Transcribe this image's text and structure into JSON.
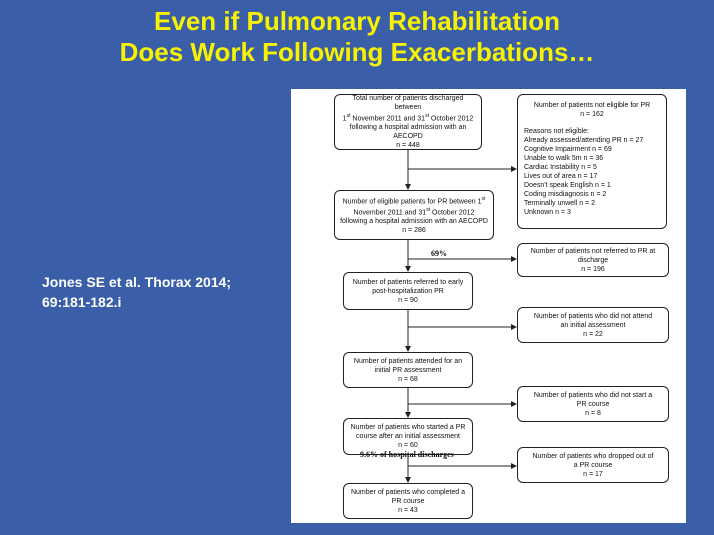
{
  "slide": {
    "title_line1": "Even if Pulmonary Rehabilitation",
    "title_line2": "Does Work Following Exacerbations…",
    "citation_line1": "Jones SE et al. Thorax 2014;",
    "citation_line2": "69:181-182.i"
  },
  "flow": {
    "total": {
      "line1": "Total number of patients discharged between",
      "line2a": "1",
      "line2sup": "st",
      "line2b": " November 2011 and 31",
      "line2sup2": "st",
      "line2c": " October 2012",
      "line3": "following a hospital admission with an AECOPD",
      "line4": "n = 448"
    },
    "not_eligible": {
      "head1": "Number of patients not eligible for PR",
      "head2": "n = 162",
      "reasons_label": "Reasons not eligible:",
      "reasons": [
        "Already assessed/attending PR n = 27",
        "Cognitive Impairment n = 69",
        "Unable to walk 5m n = 36",
        "Cardiac Instability n = 5",
        "Lives out of area n = 17",
        "Doesn't speak English n = 1",
        "Coding misdiagnosis n = 2",
        "Terminally unwell n = 2",
        "Unknown n = 3"
      ]
    },
    "eligible": {
      "line1a": "Number of eligible patients for PR between 1",
      "line1sup": "st",
      "line2a": "November 2011 and 31",
      "line2sup": "st",
      "line2b": " October 2012",
      "line3": "following a hospital admission with an AECOPD",
      "line4": "n = 286"
    },
    "pct_69": "69%",
    "not_referred": {
      "line1": "Number of patients not referred to PR at",
      "line2": "discharge",
      "line3": "n = 196"
    },
    "referred": {
      "line1": "Number of patients referred to early",
      "line2": "post-hospitalization PR",
      "line3": "n = 90"
    },
    "not_attend": {
      "line1": "Number of patients who did not attend",
      "line2": "an initial assessment",
      "line3": "n = 22"
    },
    "attended": {
      "line1": "Number of patients attended for an",
      "line2": "initial PR assessment",
      "line3": "n = 68"
    },
    "not_start": {
      "line1": "Number of patients who did not start a",
      "line2": "PR course",
      "line3": "n = 8"
    },
    "started": {
      "line1": "Number of patients who started a PR",
      "line2": "course after an initial assessment",
      "line3": "n = 60"
    },
    "pct_discharges": "9.6%  of hospital discharges",
    "dropped": {
      "line1": "Number of patients who dropped out of",
      "line2": "a PR course",
      "line3": "n = 17"
    },
    "completed": {
      "line1": "Number of patients who completed a",
      "line2": "PR course",
      "line3": "n = 43"
    }
  }
}
